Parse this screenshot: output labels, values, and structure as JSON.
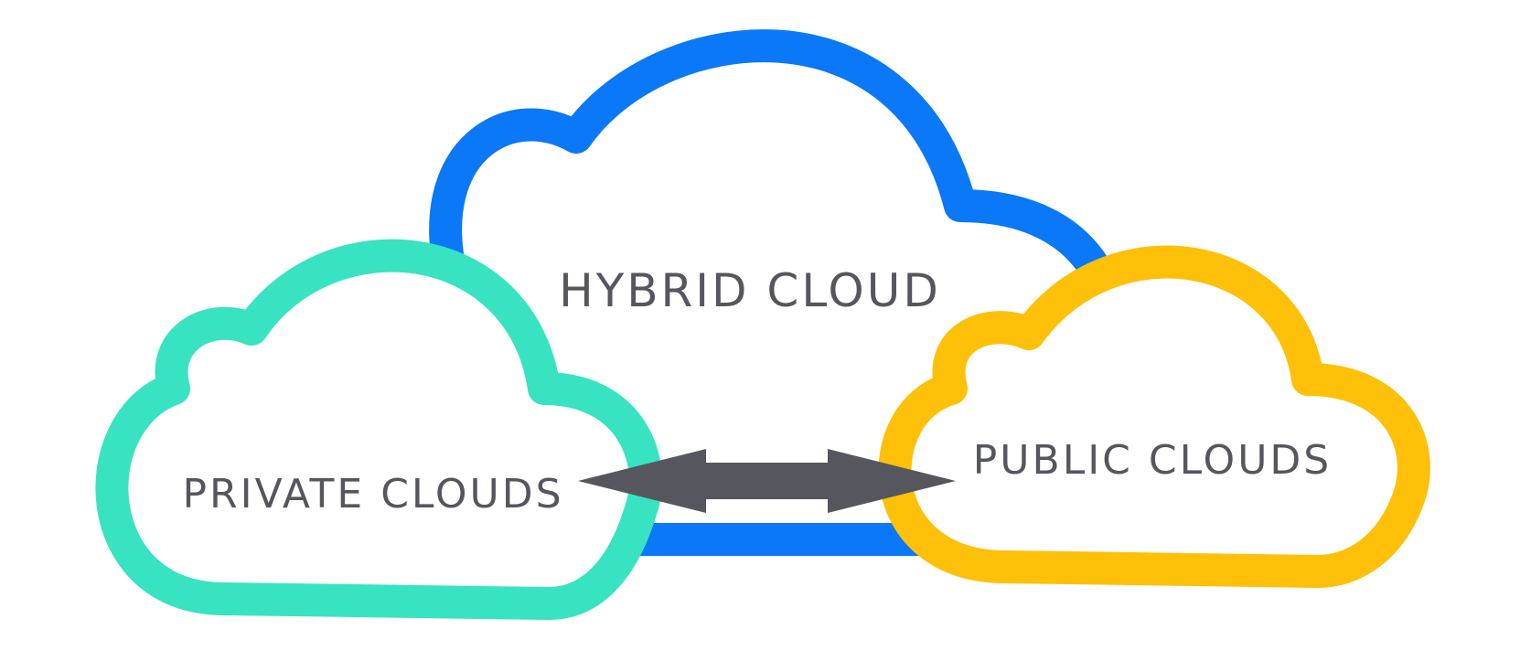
{
  "clouds": {
    "hybrid": {
      "label": "HYBRID CLOUD",
      "color": "#0a78f7",
      "icon": "cloud-icon"
    },
    "private": {
      "label": "PRIVATE CLOUDS",
      "color": "#38e3c1",
      "icon": "cloud-icon"
    },
    "public": {
      "label": "PUBLIC CLOUDS",
      "color": "#fec008",
      "icon": "cloud-icon"
    }
  },
  "connector": {
    "icon": "double-arrow-icon",
    "color": "#56565f"
  },
  "background": "#ffffff"
}
